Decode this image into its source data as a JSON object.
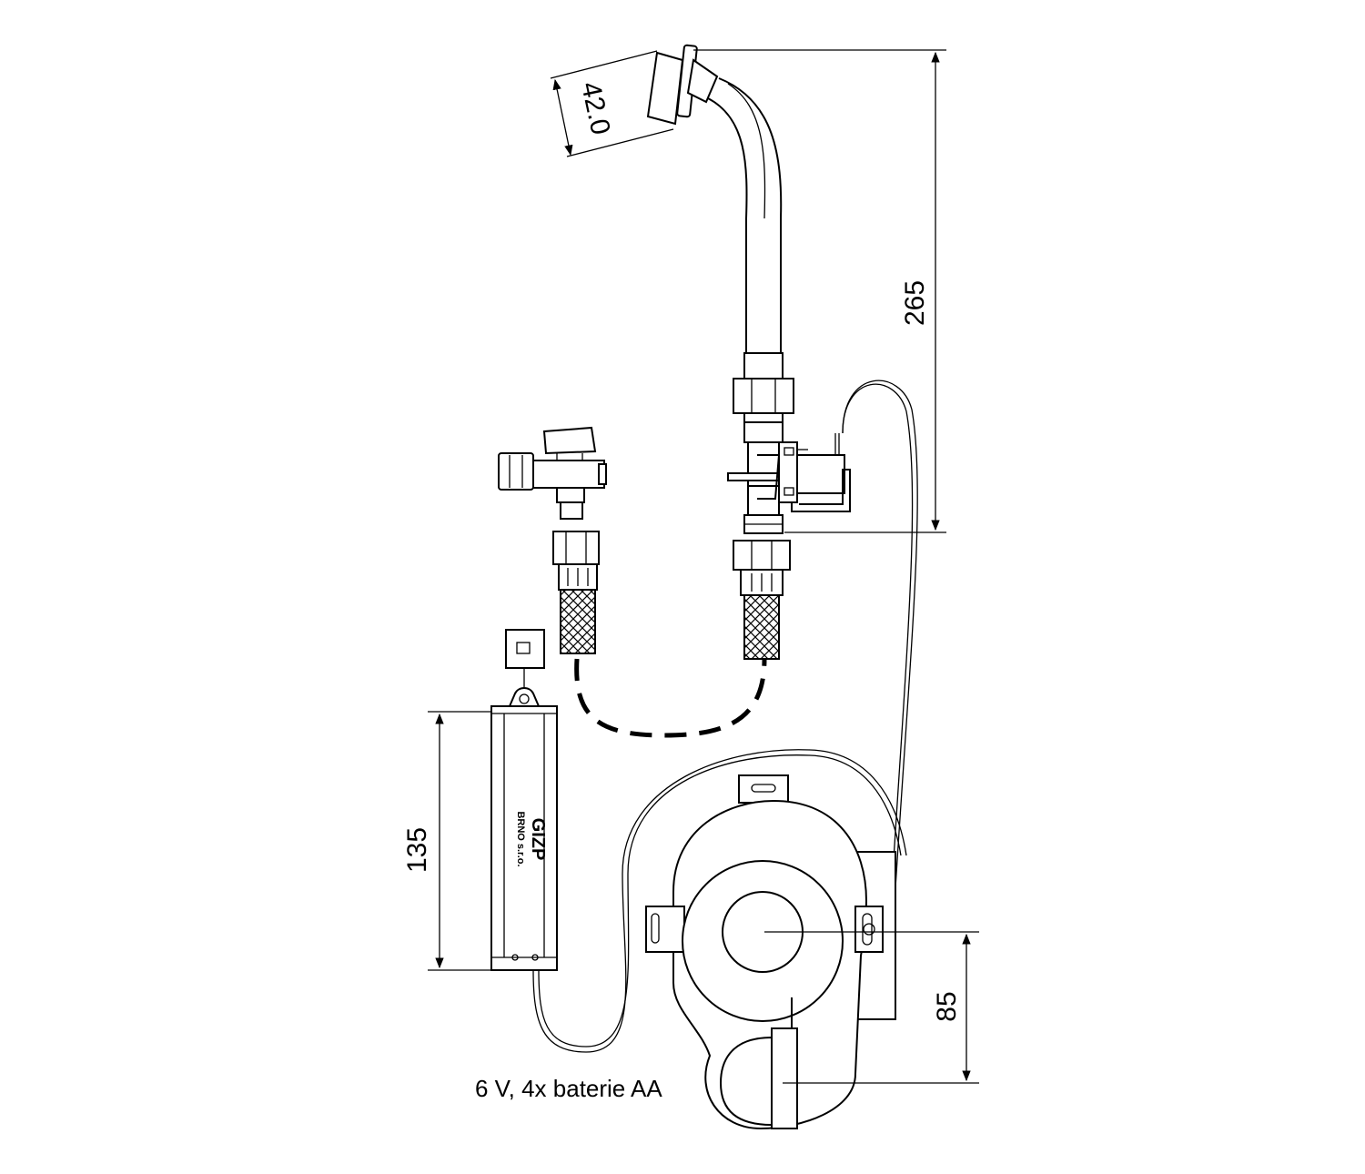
{
  "dimensions": {
    "spout_diameter": "42.0",
    "spout_height": "265",
    "battery_box_length": "135",
    "sensor_offset": "85"
  },
  "caption": "6 V, 4x baterie AA",
  "logo": {
    "mark": "GIZP",
    "subtext": "BRNO s.r.o."
  }
}
